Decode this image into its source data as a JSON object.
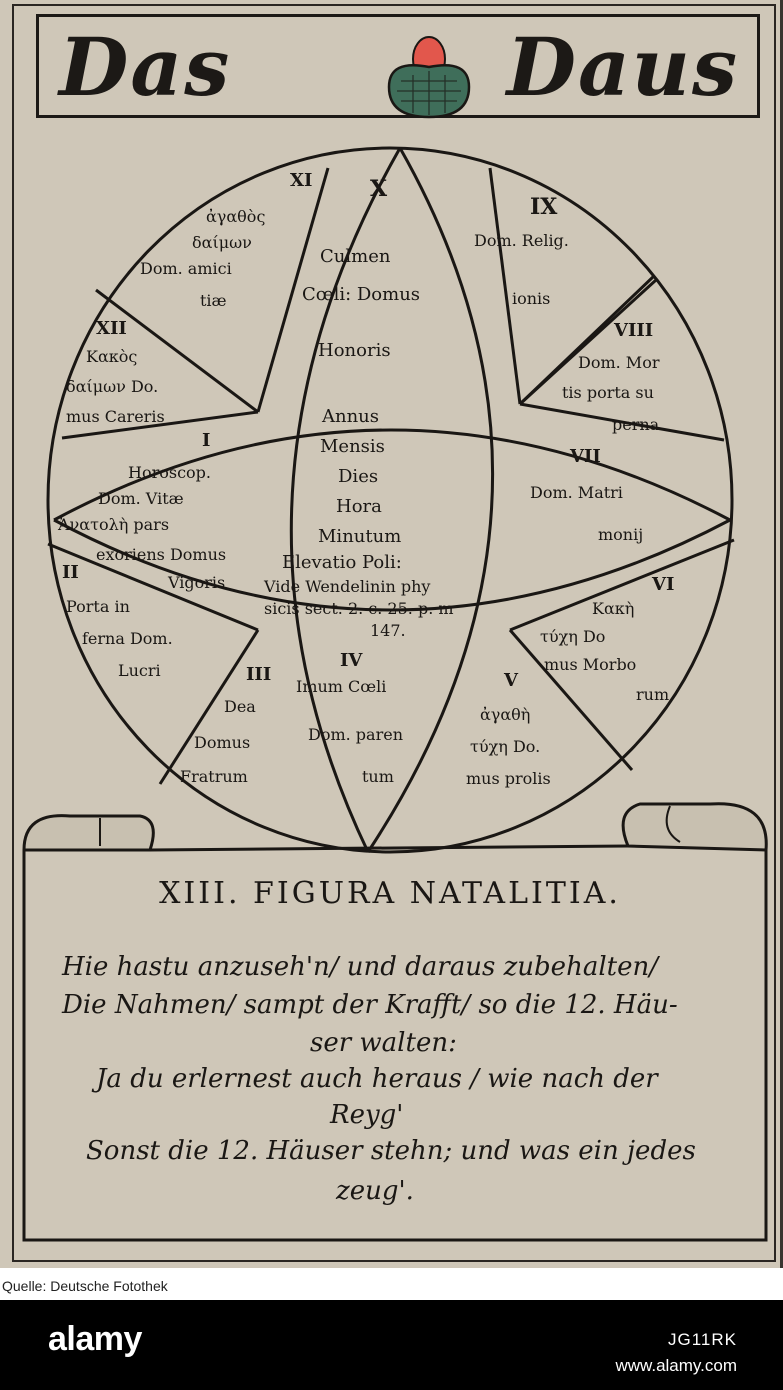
{
  "card": {
    "title_left": "Das",
    "title_right": "Daus",
    "colors": {
      "paper": "#cfc7b8",
      "ink": "#1a1714",
      "acorn_cap": "#3f6e5a",
      "acorn_nut": "#e2574c"
    }
  },
  "chart": {
    "houses": [
      {
        "numeral": "X",
        "lines": [
          "Culmen",
          "Cœli: Domus",
          "Honoris"
        ]
      },
      {
        "numeral": "XI",
        "lines": [
          "ἀγαθὸς",
          "δαίμων",
          "Dom. amici",
          "tiæ"
        ]
      },
      {
        "numeral": "IX",
        "lines": [
          "Dom. Relig.",
          "ionis"
        ]
      },
      {
        "numeral": "XII",
        "lines": [
          "Κακὸς",
          "δαίμων Do.",
          "mus Careris"
        ]
      },
      {
        "numeral": "VIII",
        "lines": [
          "Dom. Mor",
          "tis porta su",
          "perna"
        ]
      },
      {
        "numeral": "I",
        "lines": [
          "Horoscop.",
          "Dom. Vitæ",
          "Ἀνατολὴ pars",
          "exoriens Domus",
          "Vigoris"
        ]
      },
      {
        "numeral": "VII",
        "lines": [
          "Dom. Matri",
          "monij"
        ]
      },
      {
        "numeral": "II",
        "lines": [
          "Porta in",
          "ferna Dom.",
          "Lucri"
        ]
      },
      {
        "numeral": "VI",
        "lines": [
          "Κακὴ",
          "τύχη Do",
          "mus Morbo",
          "rum"
        ]
      },
      {
        "numeral": "III",
        "lines": [
          "Dea",
          "Domus",
          "Fratrum"
        ]
      },
      {
        "numeral": "IV",
        "lines": [
          "Imum Cœli",
          "Dom. paren",
          "tum"
        ]
      },
      {
        "numeral": "V",
        "lines": [
          "ἀγαθὴ",
          "τύχη Do.",
          "mus prolis"
        ]
      }
    ],
    "center_lines": [
      "Annus",
      "Mensis",
      "Dies",
      "Hora",
      "Minutum",
      "Elevatio Poli:",
      "Vide Wendelinin phy",
      "sicis sect. 2. c. 25. p. m",
      "147."
    ]
  },
  "text": {
    "heading": "XIII. FIGURA NATALITIA.",
    "verse": [
      "Hie hastu anzuseh'n/ und daraus zubehalten/",
      "Die Nahmen/ sampt der Krafft/ so die 12. Häu-",
      "ser walten:",
      "Ja du erlernest auch heraus  / wie nach der",
      "Reyg'",
      "Sonst die 12. Häuser stehn; und was ein jedes",
      "zeug'."
    ]
  },
  "footer": {
    "source": "Quelle: Deutsche Fotothek",
    "brand": "alamy",
    "image_id": "JG11RK",
    "site": "www.alamy.com"
  }
}
